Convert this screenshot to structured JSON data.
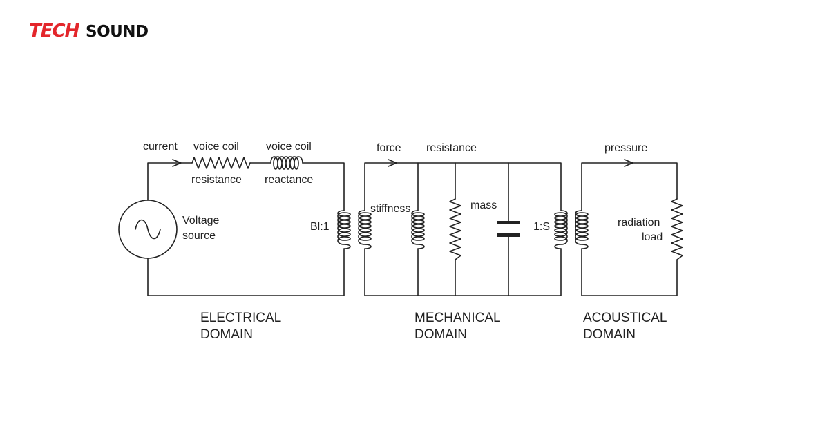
{
  "logo": {
    "part1": "TECH",
    "part2": "SOUND"
  },
  "diagram": {
    "labels": {
      "current": "current",
      "voice_coil_resistance_1": "voice coil",
      "voice_coil_resistance_2": "resistance",
      "voice_coil_reactance_1": "voice coil",
      "voice_coil_reactance_2": "reactance",
      "voltage_source_1": "Voltage",
      "voltage_source_2": "source",
      "bl_ratio": "Bl:1",
      "force": "force",
      "resistance": "resistance",
      "stiffness": "stiffness",
      "mass": "mass",
      "s_ratio": "1:S",
      "pressure": "pressure",
      "radiation_load_1": "radiation",
      "radiation_load_2": "load"
    },
    "domains": {
      "electrical_1": "ELECTRICAL",
      "electrical_2": "DOMAIN",
      "mechanical_1": "MECHANICAL",
      "mechanical_2": "DOMAIN",
      "acoustical_1": "ACOUSTICAL",
      "acoustical_2": "DOMAIN"
    }
  },
  "colors": {
    "brand_red": "#e3262b",
    "brand_dark": "#111111",
    "line": "#222222"
  }
}
